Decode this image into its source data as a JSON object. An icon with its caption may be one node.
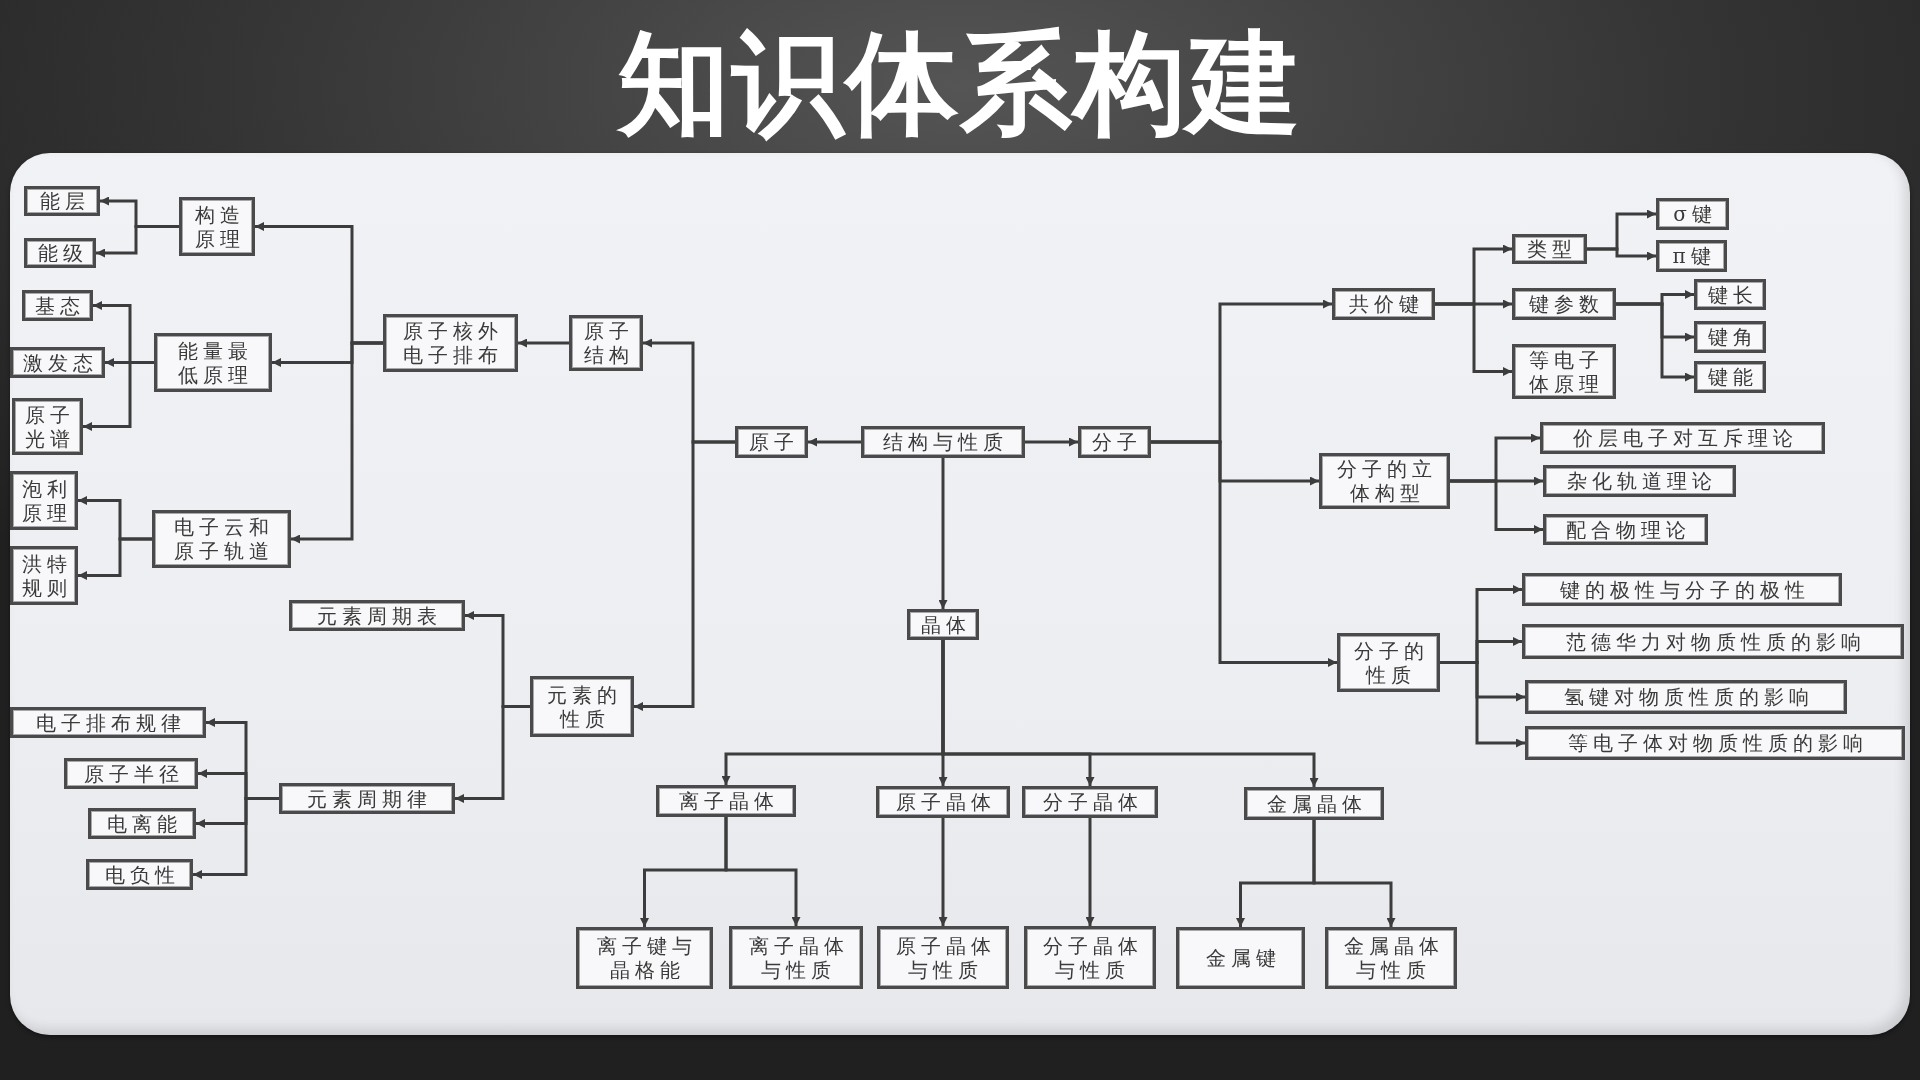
{
  "diagram": {
    "title": "知识体系构建",
    "nodes": [
      {
        "text": [
          "结构与性质"
        ]
      },
      {
        "text": [
          "原子"
        ]
      },
      {
        "text": [
          "原子结构"
        ]
      },
      {
        "text": [
          "原子核外电子排布"
        ]
      },
      {
        "text": [
          "构造原理"
        ]
      },
      {
        "text": [
          "能层"
        ]
      },
      {
        "text": [
          "能级"
        ]
      },
      {
        "text": [
          "能量最低原理"
        ]
      },
      {
        "text": [
          "基态"
        ]
      },
      {
        "text": [
          "激发态"
        ]
      },
      {
        "text": [
          "原子光谱"
        ]
      },
      {
        "text": [
          "电子云和原子轨道"
        ]
      },
      {
        "text": [
          "泡利原理"
        ]
      },
      {
        "text": [
          "洪特规则"
        ]
      },
      {
        "text": [
          "元素的性质"
        ]
      },
      {
        "text": [
          "元素周期表"
        ]
      },
      {
        "text": [
          "元素周期律"
        ]
      },
      {
        "text": [
          "电子排布规律"
        ]
      },
      {
        "text": [
          "原子半径"
        ]
      },
      {
        "text": [
          "电离能"
        ]
      },
      {
        "text": [
          "电负性"
        ]
      },
      {
        "text": [
          "晶体"
        ]
      },
      {
        "text": [
          "离子晶体"
        ]
      },
      {
        "text": [
          "原子晶体"
        ]
      },
      {
        "text": [
          "分子晶体"
        ]
      },
      {
        "text": [
          "金属晶体"
        ]
      },
      {
        "text": [
          "离子键与晶格能"
        ]
      },
      {
        "text": [
          "离子晶体与性质"
        ]
      },
      {
        "text": [
          "原子晶体与性质"
        ]
      },
      {
        "text": [
          "分子晶体与性质"
        ]
      },
      {
        "text": [
          "金属键"
        ]
      },
      {
        "text": [
          "金属晶体与性质"
        ]
      },
      {
        "text": [
          "分子"
        ]
      },
      {
        "text": [
          "共价键"
        ]
      },
      {
        "text": [
          "类型"
        ]
      },
      {
        "text": [
          "σ键"
        ]
      },
      {
        "text": [
          "π键"
        ]
      },
      {
        "text": [
          "键参数"
        ]
      },
      {
        "text": [
          "键长"
        ]
      },
      {
        "text": [
          "键角"
        ]
      },
      {
        "text": [
          "键能"
        ]
      },
      {
        "text": [
          "等电子体原理"
        ]
      },
      {
        "text": [
          "分子的立体构型"
        ]
      },
      {
        "text": [
          "价层电子对互斥理论"
        ]
      },
      {
        "text": [
          "杂化轨道理论"
        ]
      },
      {
        "text": [
          "配合物理论"
        ]
      },
      {
        "text": [
          "分子的性质"
        ]
      },
      {
        "text": [
          "键的极性与分子的极性"
        ]
      },
      {
        "text": [
          "范德华力对物质性质的影响"
        ]
      },
      {
        "text": [
          "氢键对物质性质的影响"
        ]
      },
      {
        "text": [
          "等电子体对物质性质的影响"
        ]
      }
    ],
    "edges": [
      {
        "from": 0,
        "to": 1,
        "arrow": "to"
      },
      {
        "from": 0,
        "to": 32,
        "arrow": "to"
      },
      {
        "from": 0,
        "to": 21,
        "arrow": "to"
      },
      {
        "from": 1,
        "to": 2,
        "arrow": "to"
      },
      {
        "from": 1,
        "to": 14,
        "arrow": "to"
      },
      {
        "from": 2,
        "to": 3,
        "arrow": "to"
      },
      {
        "from": 3,
        "to": 4,
        "arrow": "to"
      },
      {
        "from": 3,
        "to": 7,
        "arrow": "to"
      },
      {
        "from": 3,
        "to": 11,
        "arrow": "to"
      },
      {
        "from": 4,
        "to": 5,
        "arrow": "to"
      },
      {
        "from": 4,
        "to": 6,
        "arrow": "to"
      },
      {
        "from": 7,
        "to": 8,
        "arrow": "to"
      },
      {
        "from": 7,
        "to": 9,
        "arrow": "to"
      },
      {
        "from": 7,
        "to": 10,
        "arrow": "to"
      },
      {
        "from": 11,
        "to": 12,
        "arrow": "to"
      },
      {
        "from": 11,
        "to": 13,
        "arrow": "to"
      },
      {
        "from": 14,
        "to": 15,
        "arrow": "to"
      },
      {
        "from": 14,
        "to": 16,
        "arrow": "to"
      },
      {
        "from": 16,
        "to": 17,
        "arrow": "to"
      },
      {
        "from": 16,
        "to": 18,
        "arrow": "to"
      },
      {
        "from": 16,
        "to": 19,
        "arrow": "to"
      },
      {
        "from": 16,
        "to": 20,
        "arrow": "to"
      },
      {
        "from": 21,
        "to": 22,
        "arrow": "to"
      },
      {
        "from": 21,
        "to": 23,
        "arrow": "to"
      },
      {
        "from": 21,
        "to": 24,
        "arrow": "to"
      },
      {
        "from": 21,
        "to": 25,
        "arrow": "to"
      },
      {
        "from": 22,
        "to": 26,
        "arrow": "to"
      },
      {
        "from": 22,
        "to": 27,
        "arrow": "to"
      },
      {
        "from": 23,
        "to": 28,
        "arrow": "to"
      },
      {
        "from": 24,
        "to": 29,
        "arrow": "to"
      },
      {
        "from": 25,
        "to": 30,
        "arrow": "to"
      },
      {
        "from": 25,
        "to": 31,
        "arrow": "to"
      },
      {
        "from": 32,
        "to": 33,
        "arrow": "to"
      },
      {
        "from": 32,
        "to": 42,
        "arrow": "to"
      },
      {
        "from": 32,
        "to": 46,
        "arrow": "to"
      },
      {
        "from": 33,
        "to": 34,
        "arrow": "to"
      },
      {
        "from": 33,
        "to": 37,
        "arrow": "to"
      },
      {
        "from": 33,
        "to": 41,
        "arrow": "to"
      },
      {
        "from": 34,
        "to": 35,
        "arrow": "to"
      },
      {
        "from": 34,
        "to": 36,
        "arrow": "to"
      },
      {
        "from": 37,
        "to": 38,
        "arrow": "to"
      },
      {
        "from": 37,
        "to": 39,
        "arrow": "to"
      },
      {
        "from": 37,
        "to": 40,
        "arrow": "to"
      },
      {
        "from": 42,
        "to": 43,
        "arrow": "to"
      },
      {
        "from": 42,
        "to": 44,
        "arrow": "to"
      },
      {
        "from": 42,
        "to": 45,
        "arrow": "to"
      },
      {
        "from": 46,
        "to": 47,
        "arrow": "to"
      },
      {
        "from": 46,
        "to": 48,
        "arrow": "to"
      },
      {
        "from": 46,
        "to": 49,
        "arrow": "to"
      },
      {
        "from": 46,
        "to": 50,
        "arrow": "to"
      }
    ]
  }
}
